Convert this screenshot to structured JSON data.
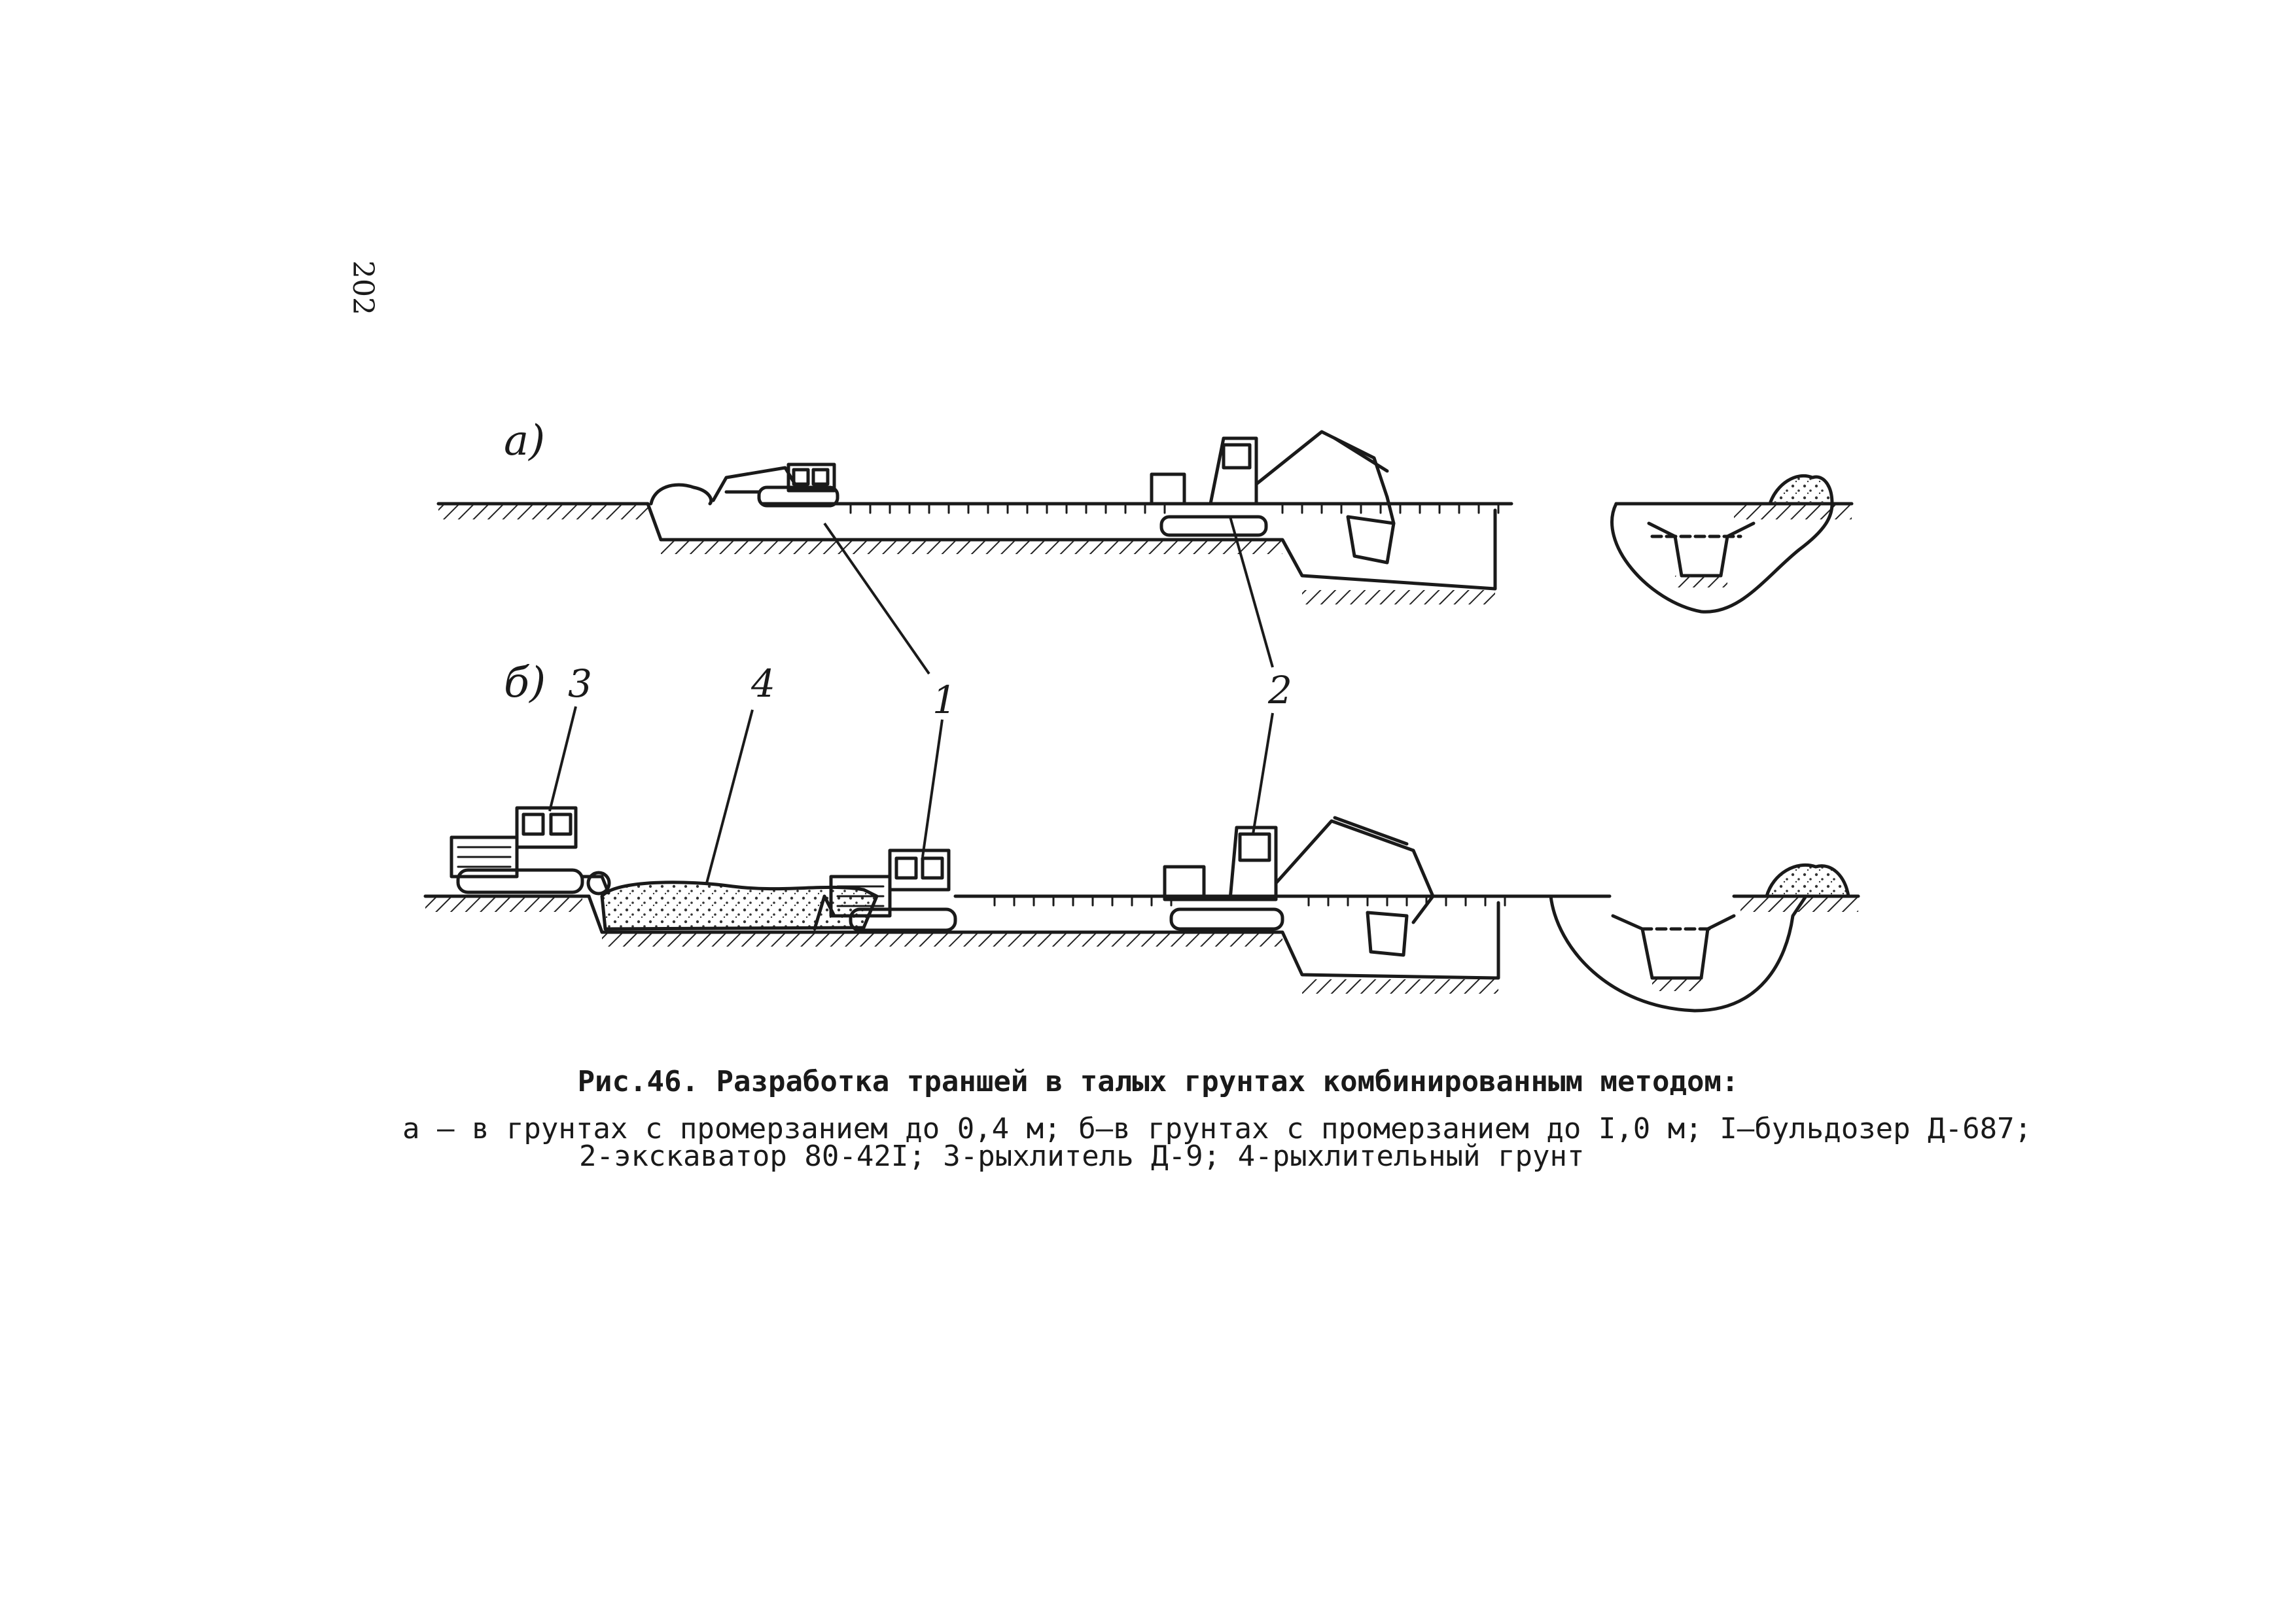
{
  "page_number": "202",
  "panel_a": {
    "label": "а)"
  },
  "panel_b": {
    "label": "б)",
    "callouts": [
      "3",
      "4"
    ]
  },
  "shared_callouts": [
    "1",
    "2"
  ],
  "caption": {
    "title": "Рис.46. Разработка траншей в талых грунтах комбинированным методом:",
    "line1": "а – в грунтах с промерзанием до 0,4 м; б–в грунтах с промерзанием до I,0 м; I–бульдозер Д-687;",
    "line2": "2-экскаватор 80-42I; 3-рыхлитель Д-9; 4-рыхлительный грунт"
  }
}
